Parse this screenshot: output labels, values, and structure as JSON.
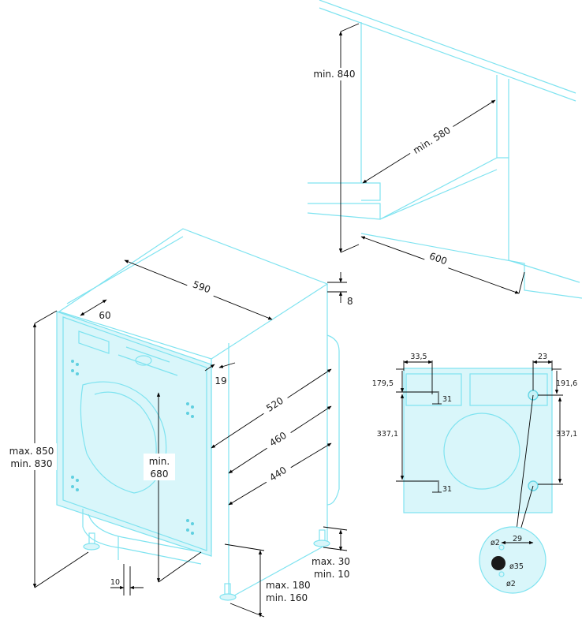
{
  "niche": {
    "height_label": "min. 840",
    "depth_label": "min. 580",
    "width_label": "600"
  },
  "appliance": {
    "width_label": "590",
    "front_depth_label": "60",
    "top_offset_label": "8",
    "door_offset_label": "19",
    "depth_1_label": "520",
    "depth_2_label": "460",
    "depth_3_label": "440",
    "height_max_label": "max. 850",
    "height_min_label": "min. 830",
    "door_height_label_1": "min.",
    "door_height_label_2": "680",
    "foot_offset_label": "10",
    "plinth_max_label": "max. 180",
    "plinth_min_label": "min. 160",
    "foot_max_label": "max. 30",
    "foot_min_label": "min. 10"
  },
  "hinges": {
    "left_offset_label": "33,5",
    "right_offset_label": "23",
    "left_top_label": "179,5",
    "right_top_label": "191,6",
    "left_spacing_label": "337,1",
    "right_spacing_label": "337,1",
    "hole_upper_label": "31",
    "hole_lower_label": "31",
    "detail_spacing_label": "29",
    "detail_small_hole_top_label": "ø2",
    "detail_big_hole_label": "ø35",
    "detail_small_hole_bottom_label": "ø2"
  }
}
